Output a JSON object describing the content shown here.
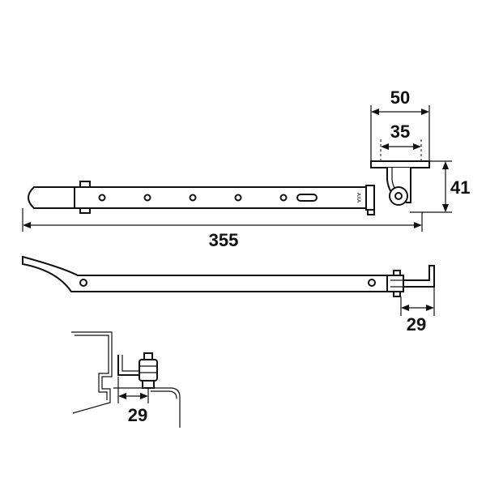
{
  "dimensions": {
    "plate_width": "50",
    "hole_spacing": "35",
    "height": "41",
    "overall_length": "355",
    "pin_offset_side": "29",
    "pin_offset_install": "29"
  },
  "stamp": "AXA",
  "colors": {
    "line": "#111111",
    "background": "#ffffff"
  }
}
